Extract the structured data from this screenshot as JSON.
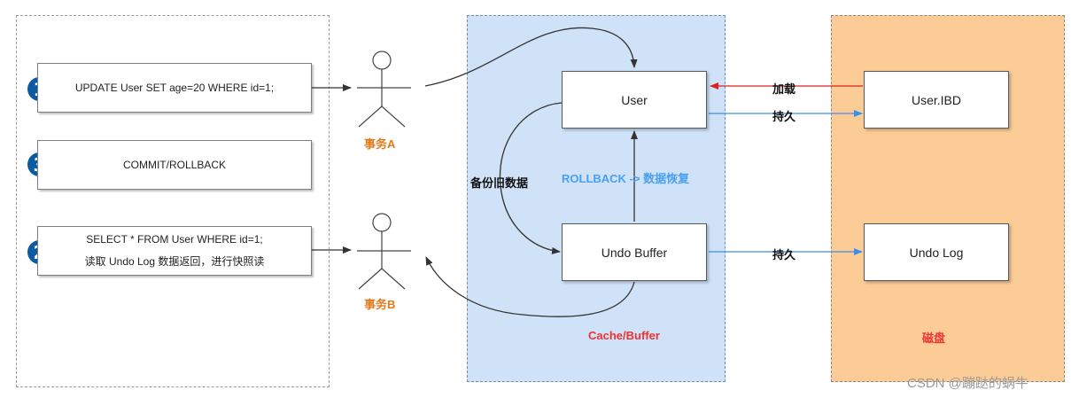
{
  "statements": {
    "update": "UPDATE User  SET  age=20  WHERE id=1;",
    "commit": "COMMIT/ROLLBACK",
    "select_line1": "SELECT * FROM User  WHERE id=1;",
    "select_line2": "读取 Undo Log 数据返回，进行快照读"
  },
  "badges": {
    "one": "1",
    "two": "2",
    "three": "3"
  },
  "actors": {
    "a": "事务A",
    "b": "事务B"
  },
  "cache": {
    "title": "Cache/Buffer",
    "user_box": "User",
    "undo_box": "Undo Buffer",
    "backup_label": "备份旧数据",
    "rollback_label": "ROLLBACK -> 数据恢复"
  },
  "disk": {
    "title": "磁盘",
    "user_ibd": "User.IBD",
    "undo_log": "Undo Log"
  },
  "edges": {
    "load": "加载",
    "persist_user": "持久",
    "persist_undo": "持久"
  },
  "colors": {
    "cache_bg": "#cfe2f8",
    "disk_bg": "#fccc97",
    "badge": "#0b5aa2",
    "actor": "#e07b1a",
    "load_arrow": "#e02020",
    "persist_arrow": "#3d8ee8",
    "title_red": "#ee3333",
    "rollback_text": "#4aa0ee"
  },
  "watermark": "CSDN @蹦跶的蜗牛"
}
